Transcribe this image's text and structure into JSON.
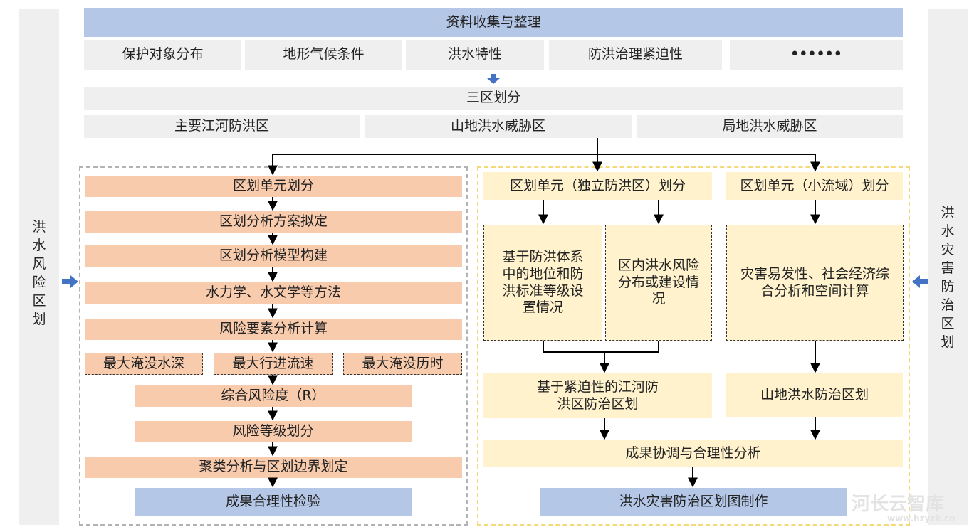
{
  "top": {
    "header": "资料收集与整理",
    "items": [
      "保护对象分布",
      "地形气候条件",
      "洪水特性",
      "防洪治理紧迫性",
      "••••••"
    ],
    "division": "三区划分",
    "zones": [
      "主要江河防洪区",
      "山地洪水威胁区",
      "局地洪水威胁区"
    ]
  },
  "side": {
    "left": "洪水风险区划",
    "right": "洪水灾害防治区划"
  },
  "left_flow": {
    "steps": [
      "区划单元划分",
      "区划分析方案拟定",
      "区划分析模型构建",
      "水力学、水文学等方法",
      "风险要素分析计算"
    ],
    "factors": [
      "最大淹没水深",
      "最大行进流速",
      "最大淹没历时"
    ],
    "later": [
      "综合风险度（R）",
      "风险等级划分",
      "聚类分析与区划边界划定"
    ],
    "result": "成果合理性检验"
  },
  "right_flow": {
    "unit_a": "区划单元（独立防洪区）划分",
    "unit_b": "区划单元（小流域）划分",
    "box_a1": "基于防洪体系中的地位和防洪标准等级设置情况",
    "box_a2": "区内洪水风险分布或建设情况",
    "box_b": "灾害易发性、社会经济综合分析和空间计算",
    "out_a": "基于紧迫性的江河防洪区防治区划",
    "out_b": "山地洪水防治区划",
    "coord": "成果协调与合理性分析",
    "final": "洪水灾害防治区划图制作"
  },
  "watermark": {
    "name": "河长云智库",
    "url": "www.hzyzk.cn"
  },
  "colors": {
    "blue": "#b4c7e7",
    "gray": "#efefef",
    "orange": "#f8cbad",
    "yellow": "#fff2cc",
    "arrow_blue": "#4472c4"
  }
}
